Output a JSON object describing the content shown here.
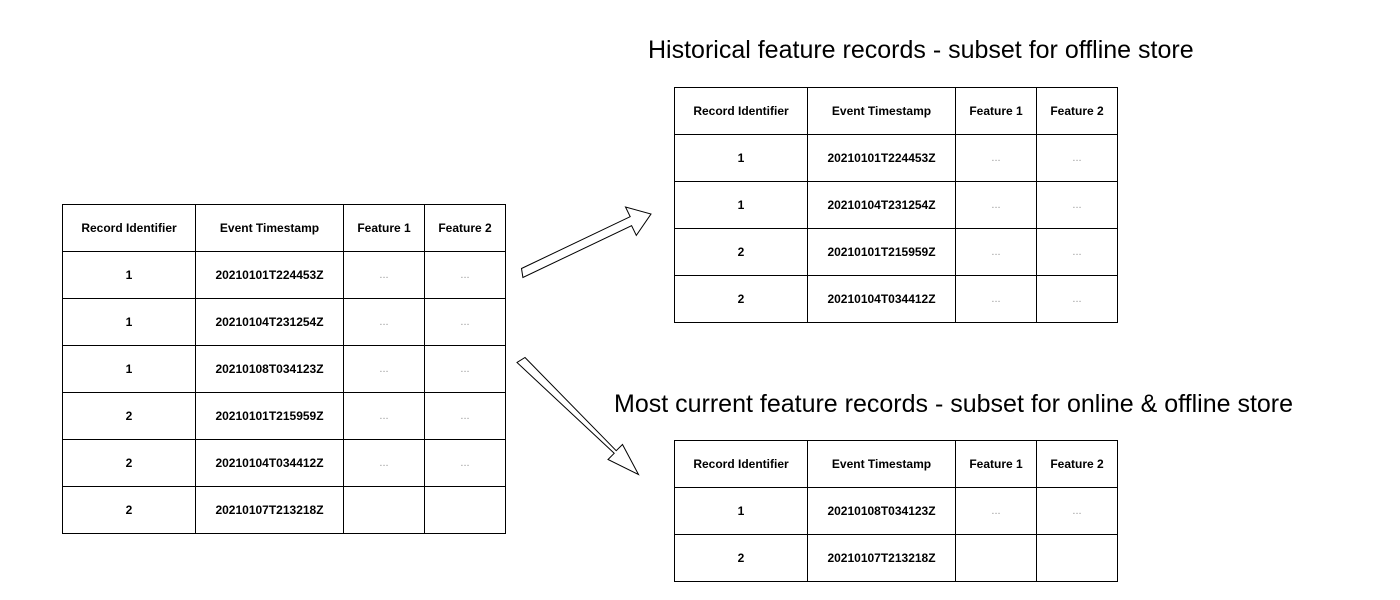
{
  "columns": {
    "record_identifier": "Record Identifier",
    "event_timestamp": "Event Timestamp",
    "feature_1": "Feature 1",
    "feature_2": "Feature 2"
  },
  "source_table": {
    "rows": [
      {
        "id": "1",
        "ts": "20210101T224453Z",
        "f1": "...",
        "f2": "..."
      },
      {
        "id": "1",
        "ts": "20210104T231254Z",
        "f1": "...",
        "f2": "..."
      },
      {
        "id": "1",
        "ts": "20210108T034123Z",
        "f1": "...",
        "f2": "..."
      },
      {
        "id": "2",
        "ts": "20210101T215959Z",
        "f1": "...",
        "f2": "..."
      },
      {
        "id": "2",
        "ts": "20210104T034412Z",
        "f1": "...",
        "f2": "..."
      },
      {
        "id": "2",
        "ts": "20210107T213218Z",
        "f1": "",
        "f2": ""
      }
    ]
  },
  "offline_section": {
    "title": "Historical feature records - subset for offline store",
    "rows": [
      {
        "id": "1",
        "ts": "20210101T224453Z",
        "f1": "...",
        "f2": "..."
      },
      {
        "id": "1",
        "ts": "20210104T231254Z",
        "f1": "...",
        "f2": "..."
      },
      {
        "id": "2",
        "ts": "20210101T215959Z",
        "f1": "...",
        "f2": "..."
      },
      {
        "id": "2",
        "ts": "20210104T034412Z",
        "f1": "...",
        "f2": "..."
      }
    ]
  },
  "online_section": {
    "title": "Most current feature records - subset for online & offline store",
    "rows": [
      {
        "id": "1",
        "ts": "20210108T034123Z",
        "f1": "...",
        "f2": "..."
      },
      {
        "id": "2",
        "ts": "20210107T213218Z",
        "f1": "",
        "f2": ""
      }
    ]
  }
}
